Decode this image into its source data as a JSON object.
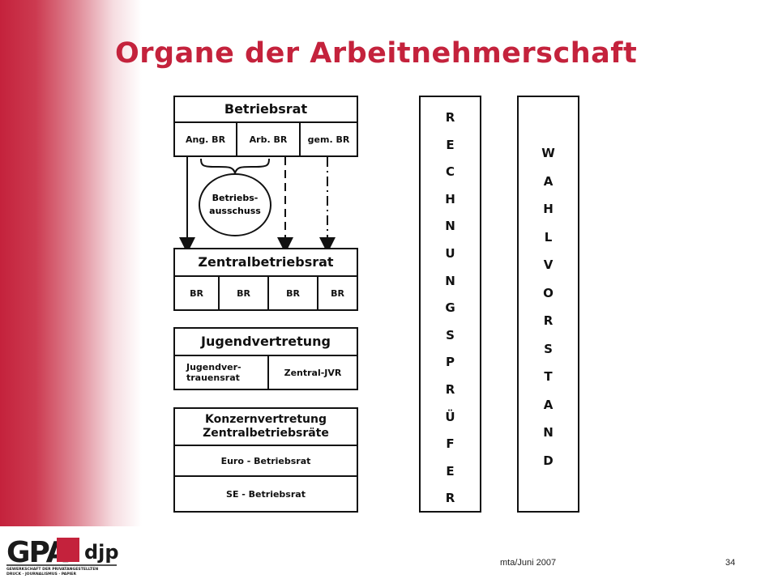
{
  "slide": {
    "title": "Organe der Arbeitnehmerschaft"
  },
  "betriebsrat": {
    "title": "Betriebsrat",
    "cells": [
      "Ang. BR",
      "Arb. BR",
      "gem. BR"
    ]
  },
  "betriebsausschuss": {
    "line1": "Betriebs-",
    "line2": "ausschuss"
  },
  "zentralbetriebsrat": {
    "title": "Zentralbetriebsrat",
    "cells": [
      "BR",
      "BR",
      "BR",
      "BR"
    ]
  },
  "jugendvertretung": {
    "title": "Jugendvertretung",
    "cell1_line1": "Jugendver-",
    "cell1_line2": "trauensrat",
    "cell2": "Zentral-JVR"
  },
  "konzernvertretung": {
    "title_line1": "Konzernvertretung",
    "title_line2": "Zentralbetriebsräte",
    "row1": "Euro - Betriebsrat",
    "row2": "SE - Betriebsrat"
  },
  "rechnungspruefer": {
    "letters": [
      "R",
      "E",
      "C",
      "H",
      "N",
      "U",
      "N",
      "G",
      "S",
      "P",
      "R",
      "Ü",
      "F",
      "E",
      "R"
    ]
  },
  "wahlvorstand": {
    "letters": [
      "W",
      "A",
      "H",
      "L",
      "V",
      "O",
      "R",
      "S",
      "T",
      "A",
      "N",
      "D"
    ]
  },
  "footer": {
    "date": "mta/Juni 2007",
    "page": "34"
  },
  "logo": {
    "text_main": "GPA",
    "text_djp": "djp",
    "tagline1": "GEWERKSCHAFT DER PRIVATANGESTELLTEN",
    "tagline2": "DRUCK · JOURNALISMUS · PAPIER"
  },
  "colors": {
    "accent": "#c4223c",
    "text": "#111111"
  }
}
